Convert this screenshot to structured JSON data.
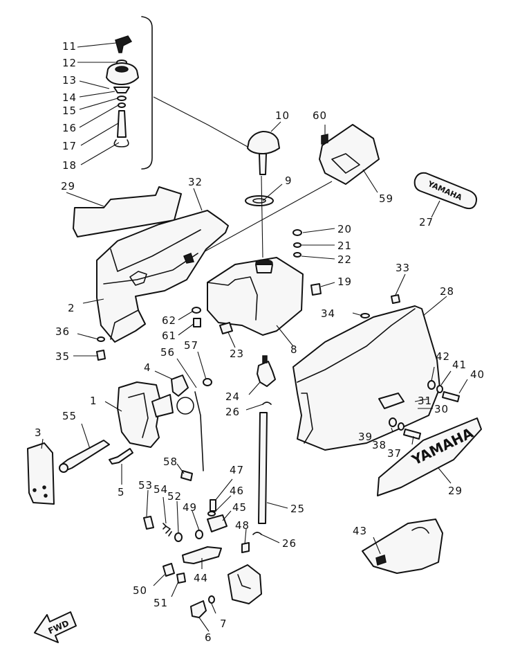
{
  "callouts": {
    "c1": "1",
    "c2": "2",
    "c3": "3",
    "c4": "4",
    "c5": "5",
    "c6": "6",
    "c7": "7",
    "c8": "8",
    "c9": "9",
    "c10": "10",
    "c11": "11",
    "c12": "12",
    "c13": "13",
    "c14": "14",
    "c15": "15",
    "c16": "16",
    "c17": "17",
    "c18": "18",
    "c19": "19",
    "c20": "20",
    "c21": "21",
    "c22": "22",
    "c23": "23",
    "c24": "24",
    "c25": "25",
    "c26a": "26",
    "c26b": "26",
    "c27": "27",
    "c28": "28",
    "c29a": "29",
    "c29b": "29",
    "c30": "30",
    "c31": "31",
    "c32": "32",
    "c33": "33",
    "c34": "34",
    "c35": "35",
    "c36": "36",
    "c37": "37",
    "c38": "38",
    "c39": "39",
    "c40": "40",
    "c41": "41",
    "c42": "42",
    "c43": "43",
    "c44": "44",
    "c45": "45",
    "c46": "46",
    "c47": "47",
    "c48": "48",
    "c49": "49",
    "c50": "50",
    "c51": "51",
    "c52": "52",
    "c53": "53",
    "c54": "54",
    "c55": "55",
    "c56": "56",
    "c57": "57",
    "c58": "58",
    "c59": "59",
    "c60": "60",
    "c61": "61",
    "c62": "62"
  },
  "decals": {
    "side_decal": "YAMAHA",
    "top_badge": "YAMAHA",
    "fwd_arrow": "FWD"
  },
  "colors": {
    "ink": "#111111",
    "paper": "#ffffff",
    "part_fill": "#f7f7f7"
  }
}
